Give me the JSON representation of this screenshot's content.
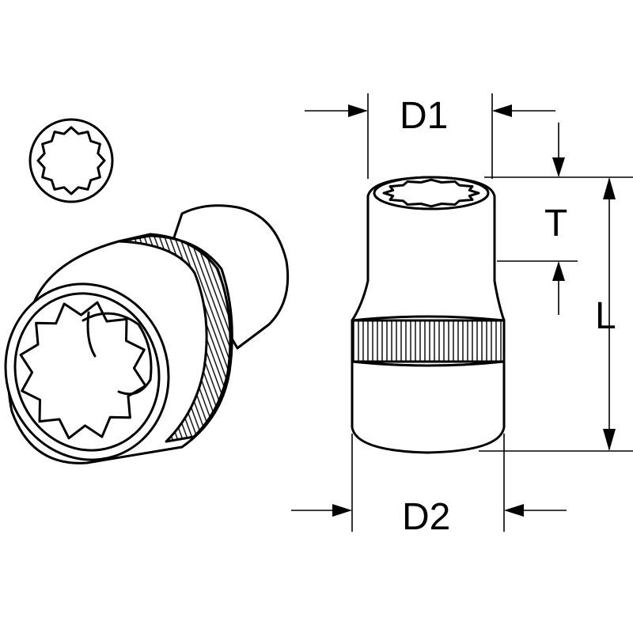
{
  "dimensions": {
    "d1": "D1",
    "d2": "D2",
    "t": "T",
    "l": "L"
  },
  "colors": {
    "line": "#000000",
    "background": "#ffffff"
  }
}
